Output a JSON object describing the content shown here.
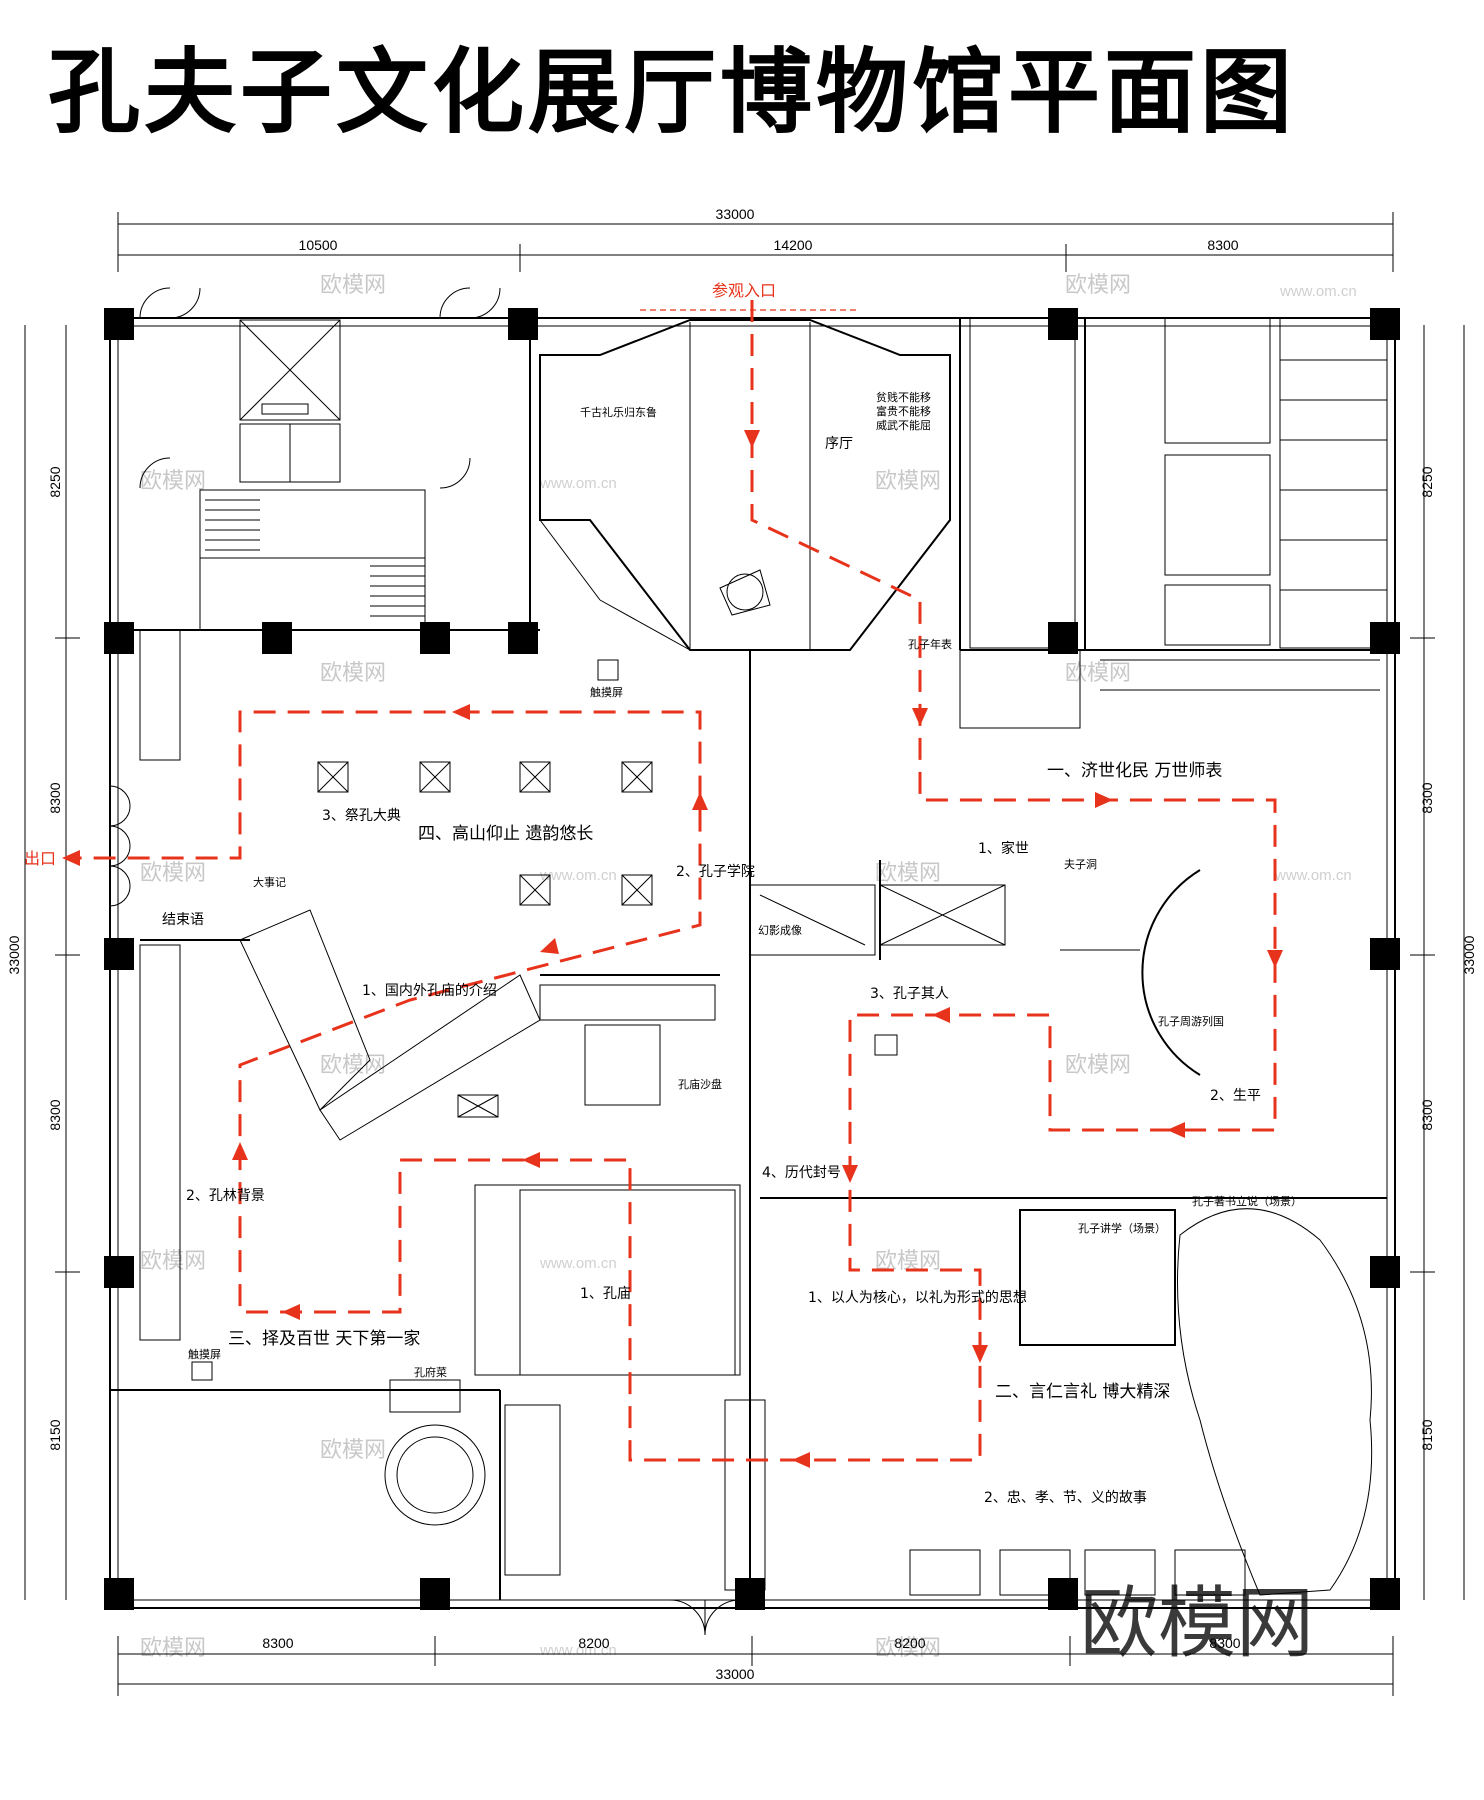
{
  "title": "孔夫子文化展厅博物馆平面图",
  "colors": {
    "route": "#e8331c",
    "line": "#000000",
    "watermark": "#c8c8c8"
  },
  "dimensions": {
    "top_total": "33000",
    "top_segments": [
      "10500",
      "14200",
      "8300"
    ],
    "bottom_segments": [
      "8300",
      "8200",
      "8200",
      "8300"
    ],
    "bottom_total": "33000",
    "left_segments": [
      "8250",
      "8300",
      "8300",
      "8150"
    ],
    "left_total": "33000",
    "right_segments": [
      "8250",
      "8300",
      "8300",
      "8150"
    ],
    "right_total": "33000"
  },
  "route_labels": {
    "entrance": "参观入口",
    "exit": "出口"
  },
  "areas": {
    "lobby": "序厅",
    "lobby_left": "千古礼乐归东鲁",
    "lobby_right": [
      "贫贱不能移",
      "富贵不能移",
      "威武不能屈"
    ],
    "chronology": "孔子年表",
    "touchscreen": "触摸屏",
    "zone1": "一、济世化民  万世师表",
    "zone1_1": "1、家世",
    "zone1_cave": "夫子洞",
    "zone1_tour": "孔子周游列国",
    "zone1_2": "2、生平",
    "zone1_3": "3、孔子其人",
    "zone1_4": "4、历代封号",
    "zone1_writing": "孔子著书立说（场景）",
    "zone1_lecture": "孔子讲学（场景）",
    "phantom": "幻影成像",
    "zone4": "四、高山仰止  遗韵悠长",
    "zone4_3": "3、祭孔大典",
    "zone4_2": "2、孔子学院",
    "zone4_1": "1、国内外孔庙的介绍",
    "chronicle": "大事记",
    "epilogue": "结束语",
    "zone3": "三、择及百世  天下第一家",
    "zone3_2": "2、孔林背景",
    "zone3_1": "1、孔庙",
    "sandtable": "孔庙沙盘",
    "mansion_food": "孔府菜",
    "touchscreen2": "触摸屏",
    "zone2": "二、言仁言礼  博大精深",
    "zone2_1": "1、以人为核心，以礼为形式的思想",
    "zone2_2": "2、忠、孝、节、义的故事"
  },
  "watermark": {
    "brand": "欧模网",
    "url": "www.om.cn"
  }
}
